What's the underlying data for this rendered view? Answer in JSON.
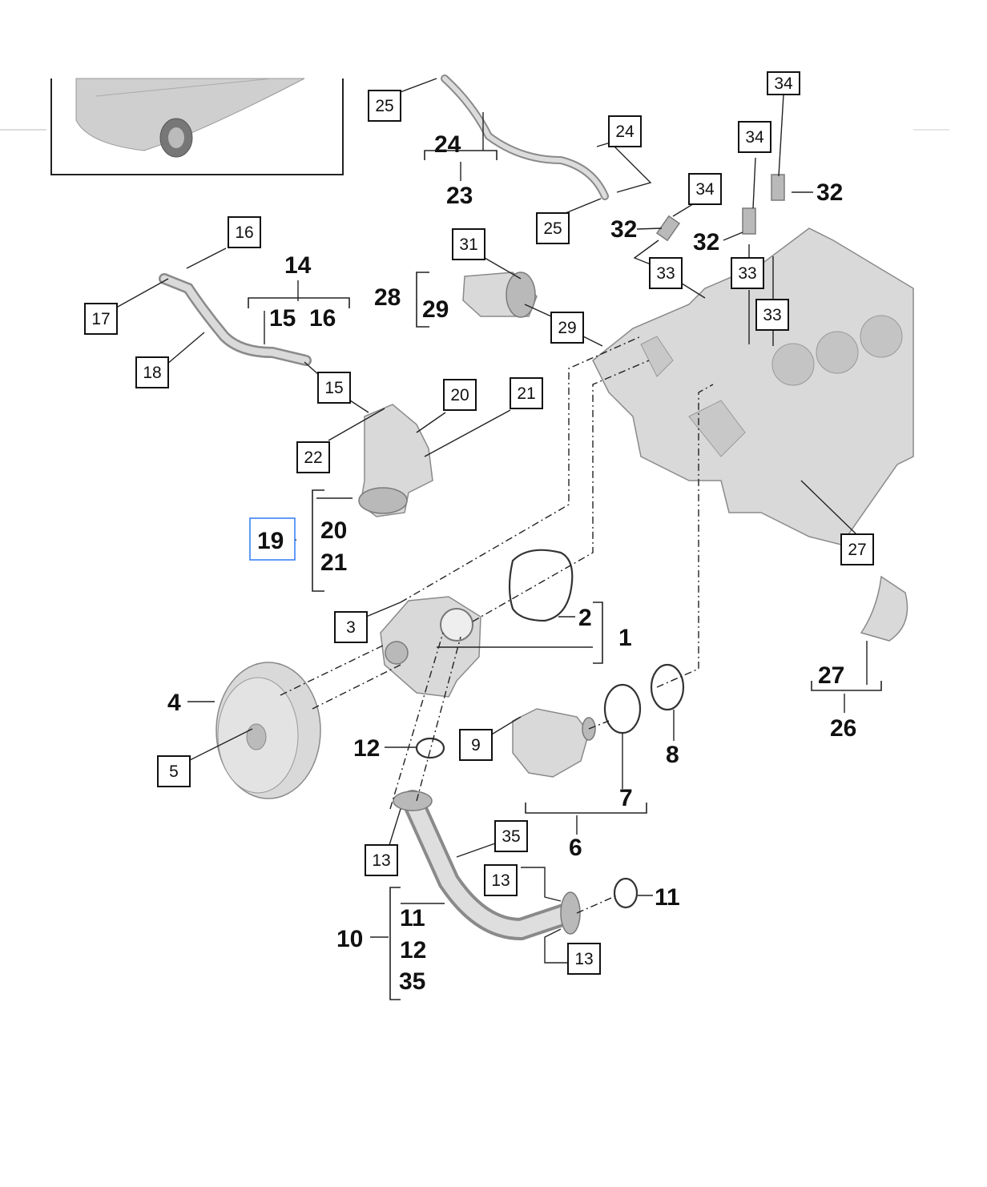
{
  "labels": {
    "c1": "1",
    "c2": "2",
    "c4": "4",
    "c6": "6",
    "c7": "7",
    "c8": "8",
    "c10": "10",
    "c11a": "11",
    "c11b": "11",
    "c12a": "12",
    "c12b": "12",
    "c14": "14",
    "c15": "15",
    "c16": "16",
    "c19": "19",
    "c20": "20",
    "c21": "21",
    "c23": "23",
    "c24": "24",
    "c26": "26",
    "c27": "27",
    "c28": "28",
    "c29": "29",
    "c32a": "32",
    "c32b": "32",
    "c32c": "32",
    "c35": "35",
    "b3": "3",
    "b5": "5",
    "b9": "9",
    "b13a": "13",
    "b13b": "13",
    "b13c": "13",
    "b15": "15",
    "b16": "16",
    "b17": "17",
    "b18": "18",
    "b20": "20",
    "b21": "21",
    "b22": "22",
    "b24": "24",
    "b25a": "25",
    "b25b": "25",
    "b27": "27",
    "b29": "29",
    "b31": "31",
    "b33a": "33",
    "b33b": "33",
    "b33c": "33",
    "b34a": "34",
    "b34b": "34",
    "b34c": "34",
    "b35": "35"
  },
  "highlight_color": "#3b82f6"
}
